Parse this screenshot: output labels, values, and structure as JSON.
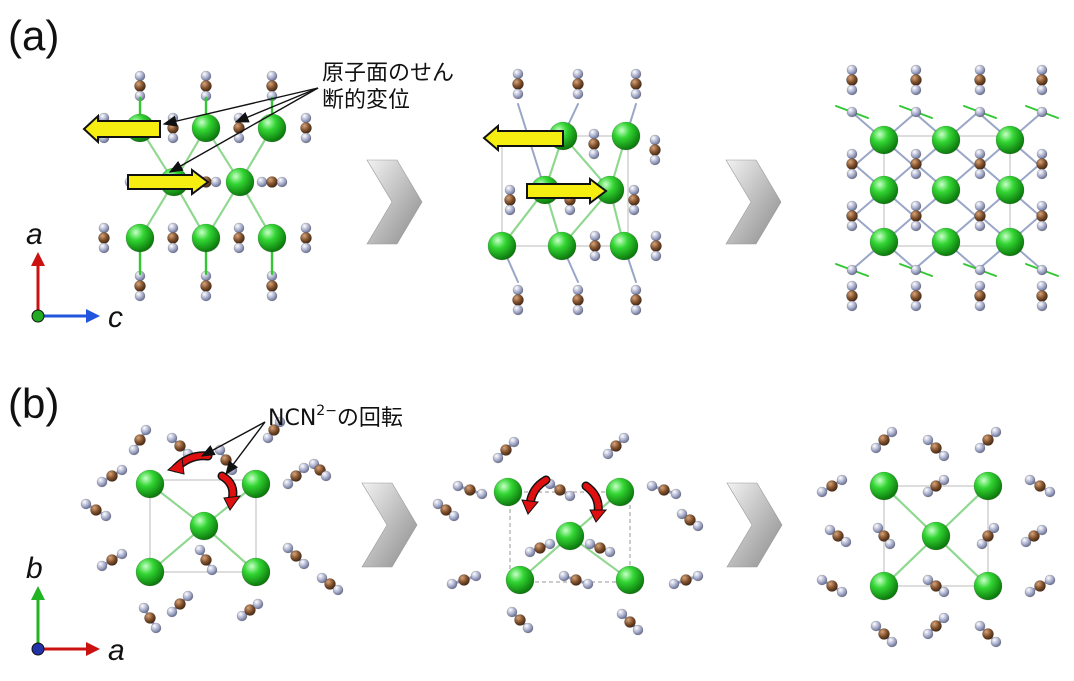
{
  "panels": [
    {
      "label": "(a)",
      "annotation_line1": "原子面のせん",
      "annotation_line2": "断的変位",
      "axis_vertical": "a",
      "axis_horizontal": "c"
    },
    {
      "label": "(b)",
      "annotation_prefix": "NCN",
      "annotation_sup": "2−",
      "annotation_suffix": "の回転",
      "axis_vertical": "b",
      "axis_horizontal": "a"
    }
  ],
  "colors": {
    "metal_atom": "#2fcf2f",
    "carbon_atom": "#8a5a32",
    "nitrogen_atom": "#aab0cc",
    "bond": "#9aa6c8",
    "shift_arrow": "#f6ee10",
    "rotation_arrow": "#e01010",
    "axis_vertical_a": "#cc1111",
    "axis_vertical_b": "#22b422",
    "axis_horizontal": "#2255dd"
  },
  "icons": [
    "transition-chevron-icon",
    "shift-arrow-icon",
    "rotation-arrow-icon",
    "axis-triad-icon"
  ]
}
